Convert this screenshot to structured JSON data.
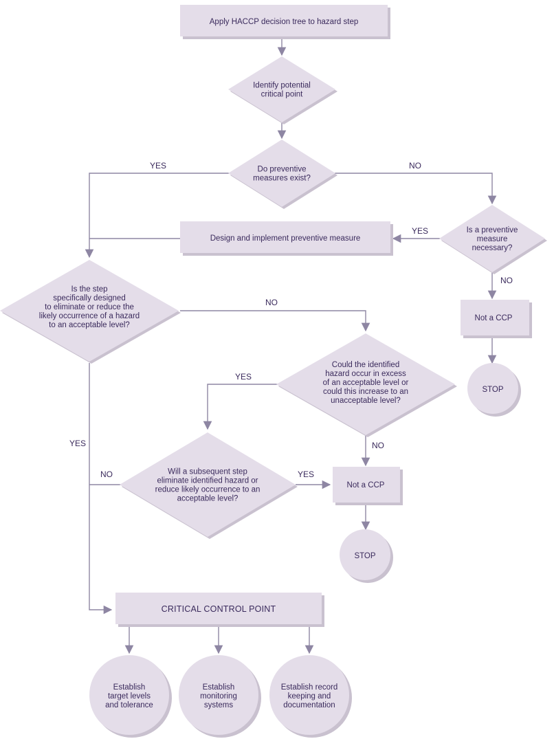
{
  "nodes": {
    "start": [
      "Apply HACCP decision tree to hazard step"
    ],
    "identify": [
      "Identify potential",
      "critical point"
    ],
    "q_preventive_exist": [
      "Do preventive",
      "measures exist?"
    ],
    "design_measure": [
      "Design and implement preventive measure"
    ],
    "q_preventive_necessary": [
      "Is a preventive",
      "measure",
      "necessary?"
    ],
    "not_ccp_right": [
      "Not a CCP"
    ],
    "stop_right": [
      "STOP"
    ],
    "q_step_designed": [
      "Is the step",
      "specifically designed",
      "to eliminate or reduce the",
      "likely occurrence of a hazard",
      "to an acceptable level?"
    ],
    "q_hazard_excess": [
      "Could the identified",
      "hazard occur in excess",
      "of an acceptable level or",
      "could this increase to an",
      "unacceptable level?"
    ],
    "q_subsequent": [
      "Will a subsequent step",
      "eliminate identified hazard or",
      "reduce likely occurrence to an",
      "acceptable level?"
    ],
    "not_ccp_mid": [
      "Not a CCP"
    ],
    "stop_mid": [
      "STOP"
    ],
    "ccp": [
      "CRITICAL CONTROL POINT"
    ],
    "target": [
      "Establish",
      "target levels",
      "and tolerance"
    ],
    "monitoring": [
      "Establish",
      "monitoring",
      "systems"
    ],
    "records": [
      "Establish record",
      "keeping and",
      "documentation"
    ]
  },
  "labels": {
    "yes_exist": "YES",
    "no_exist": "NO",
    "yes_necessary": "YES",
    "no_necessary": "NO",
    "no_designed": "NO",
    "yes_designed": "YES",
    "yes_excess": "YES",
    "no_excess": "NO",
    "no_subsequent": "NO",
    "yes_subsequent": "YES"
  },
  "colors": {
    "shape_fill": "#e4dde9",
    "connector": "#8e86a3",
    "text": "#3a2a5c"
  }
}
